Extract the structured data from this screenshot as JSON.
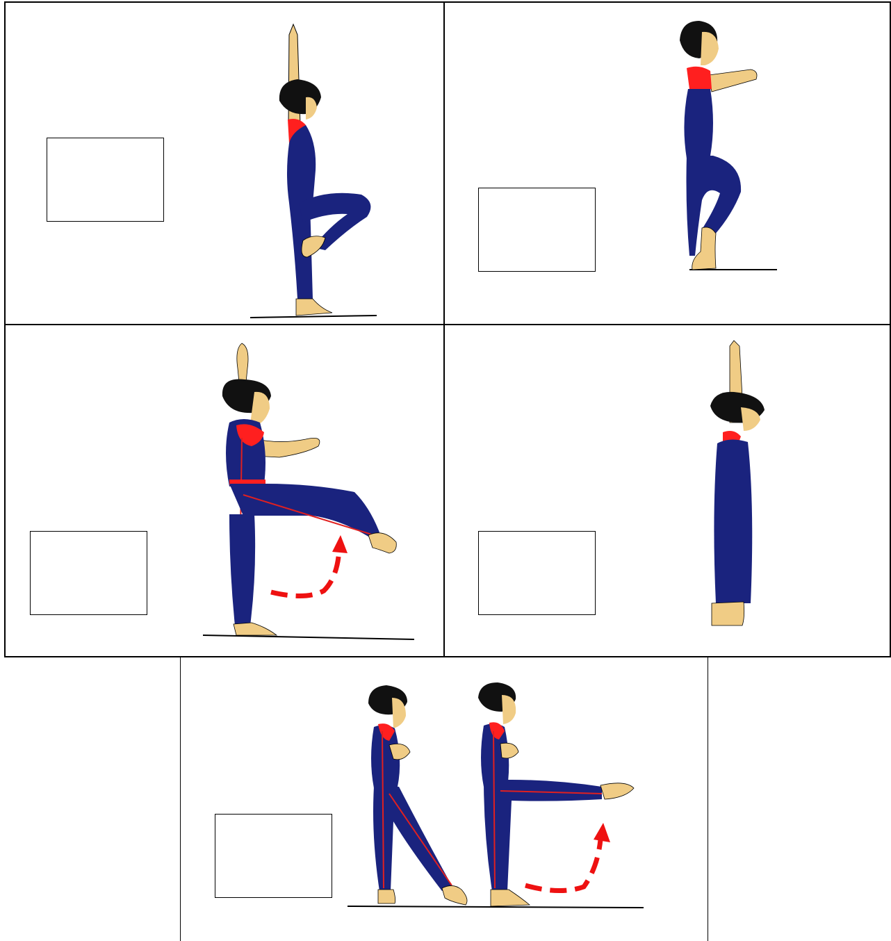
{
  "panels": [
    {
      "id": "panel-1",
      "pose": "retire-arms-up",
      "answer": ""
    },
    {
      "id": "panel-2",
      "pose": "releve-arms-forward",
      "answer": ""
    },
    {
      "id": "panel-3",
      "pose": "front-kick-one-arm-up",
      "answer": ""
    },
    {
      "id": "panel-4",
      "pose": "standing-arms-up",
      "answer": ""
    },
    {
      "id": "panel-5",
      "pose": "tendu-to-leg-raise",
      "answer": ""
    }
  ],
  "colors": {
    "suit": "#1a237e",
    "skin": "#f0cc85",
    "shoulder": "#ff1f1f",
    "hair": "#111111",
    "arrow": "#ee1111",
    "stripe": "#e02020"
  },
  "icons": [
    "dashed-arrow-icon"
  ]
}
